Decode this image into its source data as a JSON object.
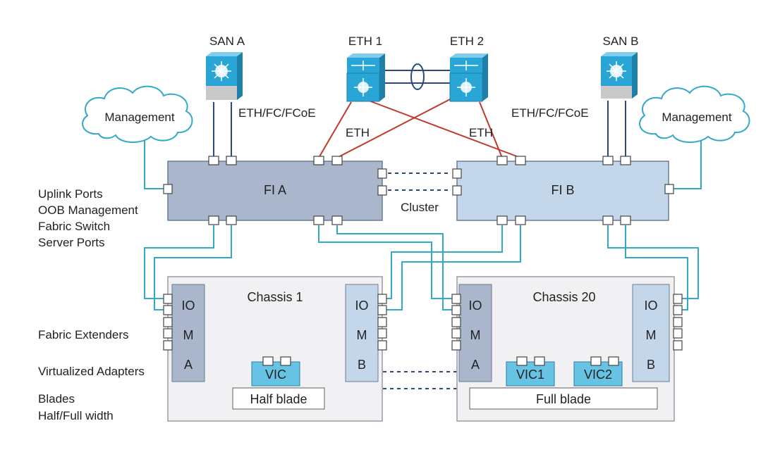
{
  "colors": {
    "fi_a": "#a9b6cb",
    "fi_b": "#c4d6ea",
    "chassis": "#f1f1f4",
    "iom_a": "#a9b6cb",
    "iom_b": "#c4d6ea",
    "vic": "#67c3e3",
    "cyan_link": "#33a9c9",
    "eth_link": "#c0392b",
    "switch": "#29a6d6",
    "dashed": "#2b4a7a"
  },
  "san_a": {
    "label": "SAN A",
    "icon": "fabric-switch-icon"
  },
  "san_b": {
    "label": "SAN B",
    "icon": "fabric-switch-icon"
  },
  "eth1": {
    "label": "ETH 1",
    "icon": "ethernet-switch-icon"
  },
  "eth2": {
    "label": "ETH 2",
    "icon": "ethernet-switch-icon"
  },
  "mgmt_left": "Management",
  "mgmt_right": "Management",
  "link_labels": {
    "uplink_left": "ETH/FC/FCoE",
    "uplink_right": "ETH/FC/FCoE",
    "eth_left": "ETH",
    "eth_right": "ETH",
    "cluster": "Cluster"
  },
  "fi_a": {
    "label": "FI A"
  },
  "fi_b": {
    "label": "FI B"
  },
  "side_labels": {
    "uplink_ports": "Uplink Ports",
    "oob_management": "OOB Management",
    "fabric_switch": "Fabric Switch",
    "server_ports": "Server Ports",
    "fabric_extenders": "Fabric Extenders",
    "virtualized_adapters": "Virtualized Adapters",
    "blades": "Blades",
    "half_full_width": "Half/Full width"
  },
  "chassis1": {
    "title": "Chassis 1",
    "iom_a": [
      "IO",
      "M",
      "A"
    ],
    "iom_b": [
      "IO",
      "M",
      "B"
    ],
    "vic": "VIC",
    "blade": "Half blade"
  },
  "chassis20": {
    "title": "Chassis 20",
    "iom_a": [
      "IO",
      "M",
      "A"
    ],
    "iom_b": [
      "IO",
      "M",
      "B"
    ],
    "vic1": "VIC1",
    "vic2": "VIC2",
    "blade": "Full blade"
  }
}
